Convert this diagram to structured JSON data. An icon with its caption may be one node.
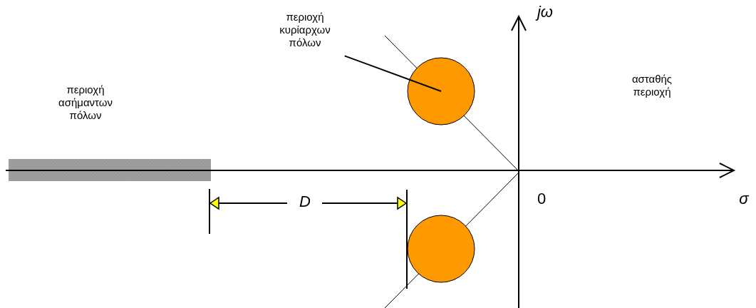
{
  "diagram": {
    "nodes": [
      {
        "text": [
          "περιοχή κυρίαρχων πόλων"
        ]
      },
      {
        "text": [],
        "shape": "circle"
      },
      {
        "text": [],
        "shape": "circle"
      },
      {
        "text": [],
        "shape": "bar"
      }
    ],
    "edges": [
      {
        "from": 0,
        "to": 1,
        "arrow": "none"
      }
    ],
    "labels": [
      "jω",
      "περιοχή ασήμαντων πόλων",
      "ασταθής περιοχή",
      "D",
      "0",
      "σ"
    ]
  }
}
